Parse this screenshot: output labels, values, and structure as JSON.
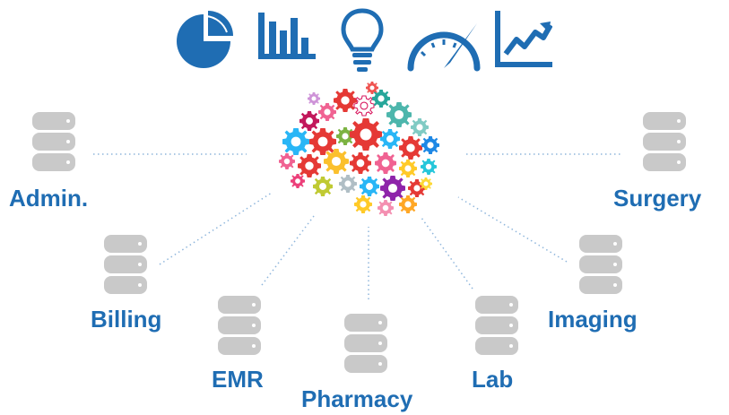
{
  "top_icons": [
    "pie-chart-icon",
    "bar-chart-icon",
    "lightbulb-icon",
    "gauge-icon",
    "trend-chart-icon"
  ],
  "center": {
    "icon": "brain-gears-icon"
  },
  "sources": {
    "admin": {
      "label": "Admin.",
      "icon": "database-icon"
    },
    "billing": {
      "label": "Billing",
      "icon": "database-icon"
    },
    "emr": {
      "label": "EMR",
      "icon": "database-icon"
    },
    "pharmacy": {
      "label": "Pharmacy",
      "icon": "database-icon"
    },
    "lab": {
      "label": "Lab",
      "icon": "database-icon"
    },
    "imaging": {
      "label": "Imaging",
      "icon": "database-icon"
    },
    "surgery": {
      "label": "Surgery",
      "icon": "database-icon"
    }
  },
  "colors": {
    "icon_blue": "#1f6db3",
    "label_blue": "#1f6db3",
    "database_gray": "#c9c9c9",
    "connector_blue": "#8fb6dc"
  }
}
